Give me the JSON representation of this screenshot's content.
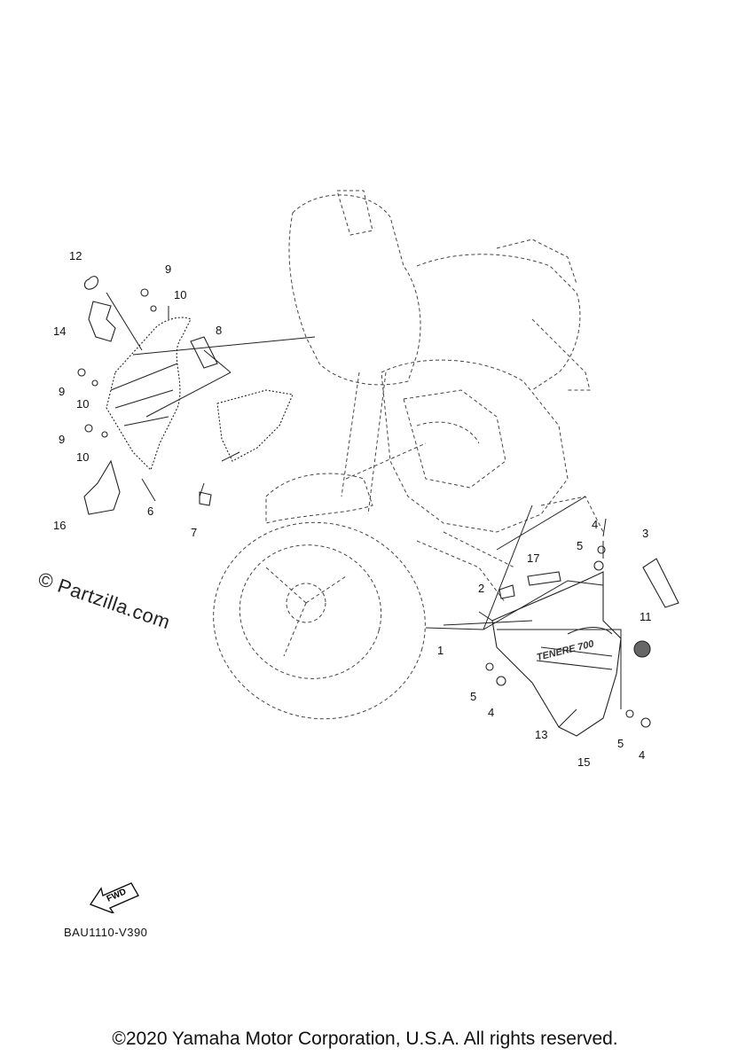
{
  "diagram": {
    "callouts": [
      {
        "id": "c12a",
        "text": "12"
      },
      {
        "id": "c9a",
        "text": "9"
      },
      {
        "id": "c10a",
        "text": "10"
      },
      {
        "id": "c14",
        "text": "14"
      },
      {
        "id": "c8",
        "text": "8"
      },
      {
        "id": "c9b",
        "text": "9"
      },
      {
        "id": "c10b",
        "text": "10"
      },
      {
        "id": "c9c",
        "text": "9"
      },
      {
        "id": "c10c",
        "text": "10"
      },
      {
        "id": "c16",
        "text": "16"
      },
      {
        "id": "c6",
        "text": "6"
      },
      {
        "id": "c7",
        "text": "7"
      },
      {
        "id": "c3",
        "text": "3"
      },
      {
        "id": "c4a",
        "text": "4"
      },
      {
        "id": "c5a",
        "text": "5"
      },
      {
        "id": "c17",
        "text": "17"
      },
      {
        "id": "c2",
        "text": "2"
      },
      {
        "id": "c11",
        "text": "11"
      },
      {
        "id": "c1",
        "text": "1"
      },
      {
        "id": "c5b",
        "text": "5"
      },
      {
        "id": "c4b",
        "text": "4"
      },
      {
        "id": "c13",
        "text": "13"
      },
      {
        "id": "c15",
        "text": "15"
      },
      {
        "id": "c5c",
        "text": "5"
      },
      {
        "id": "c4c",
        "text": "4"
      }
    ],
    "fwd_label": "FWD",
    "diagram_code": "BAU1110-V390",
    "watermark": "© Partzilla.com",
    "copyright": "©2020 Yamaha Motor Corporation, U.S.A. All rights reserved.",
    "decal_text": "TENERE 700"
  }
}
